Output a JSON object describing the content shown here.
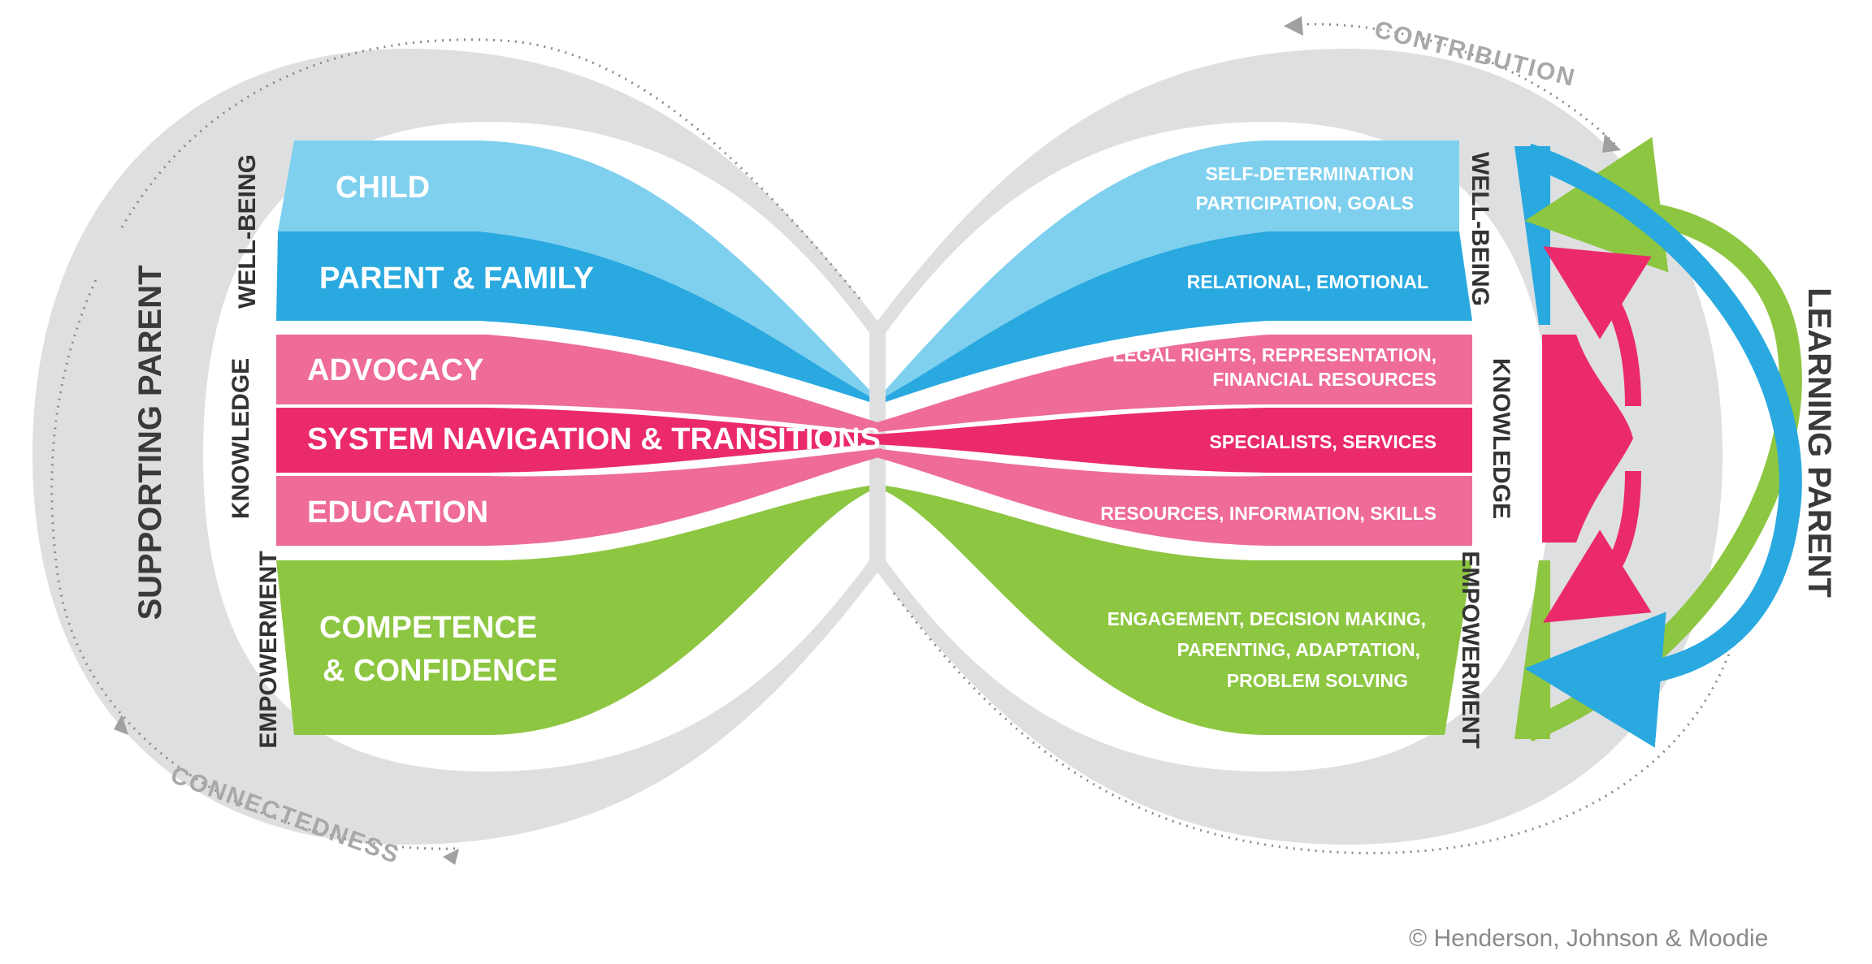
{
  "colors": {
    "light_blue": "#7fd0ee",
    "blue": "#29a9e0",
    "pink": "#ee6b9a",
    "magenta": "#eb2a6a",
    "green": "#8dc641",
    "gray_band": "#dedfe0",
    "text_dark": "#333333"
  },
  "left": {
    "title": "SUPPORTING PARENT",
    "groups": {
      "wellbeing": "WELL-BEING",
      "knowledge": "KNOWLEDGE",
      "empowerment": "EMPOWERMENT"
    },
    "bands": {
      "child": "CHILD",
      "parent_family": "PARENT & FAMILY",
      "advocacy": "ADVOCACY",
      "system_navigation": "SYSTEM NAVIGATION & TRANSITIONS",
      "education": "EDUCATION",
      "competence_line1": "COMPETENCE",
      "competence_line2": "& CONFIDENCE"
    }
  },
  "right": {
    "title": "LEARNING PARENT",
    "groups": {
      "wellbeing": "WELL-BEING",
      "knowledge": "KNOWLEDGE",
      "empowerment": "EMPOWERMENT"
    },
    "bands": {
      "self_determination_line1": "SELF-DETERMINATION",
      "self_determination_line2": "PARTICIPATION, GOALS",
      "relational": "RELATIONAL, EMOTIONAL",
      "legal_line1": "LEGAL RIGHTS, REPRESENTATION,",
      "legal_line2": "FINANCIAL RESOURCES",
      "specialists": "SPECIALISTS, SERVICES",
      "resources": "RESOURCES, INFORMATION, SKILLS",
      "engagement_line1": "ENGAGEMENT, DECISION MAKING,",
      "engagement_line2": "PARENTING, ADAPTATION,",
      "engagement_line3": "PROBLEM SOLVING"
    }
  },
  "arcs": {
    "top": "CONTRIBUTION",
    "bottom": "CONNECTEDNESS"
  },
  "copyright": "© Henderson, Johnson & Moodie"
}
